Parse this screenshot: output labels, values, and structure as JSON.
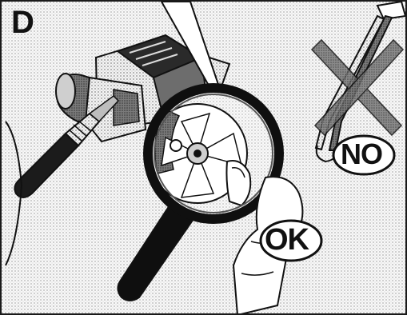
{
  "panel": {
    "step_letter": "D",
    "wrong_label": "NO",
    "correct_label": "OK",
    "colors": {
      "ink": "#111111",
      "background": "#f4f4f4",
      "shading": "#9a9a9a",
      "light_fill": "#ffffff"
    },
    "icons": [
      "magnifier-icon",
      "cross-icon",
      "tweezers-icon",
      "screwdriver-icon",
      "glove-hand-icon",
      "pump-motor-icon"
    ]
  }
}
